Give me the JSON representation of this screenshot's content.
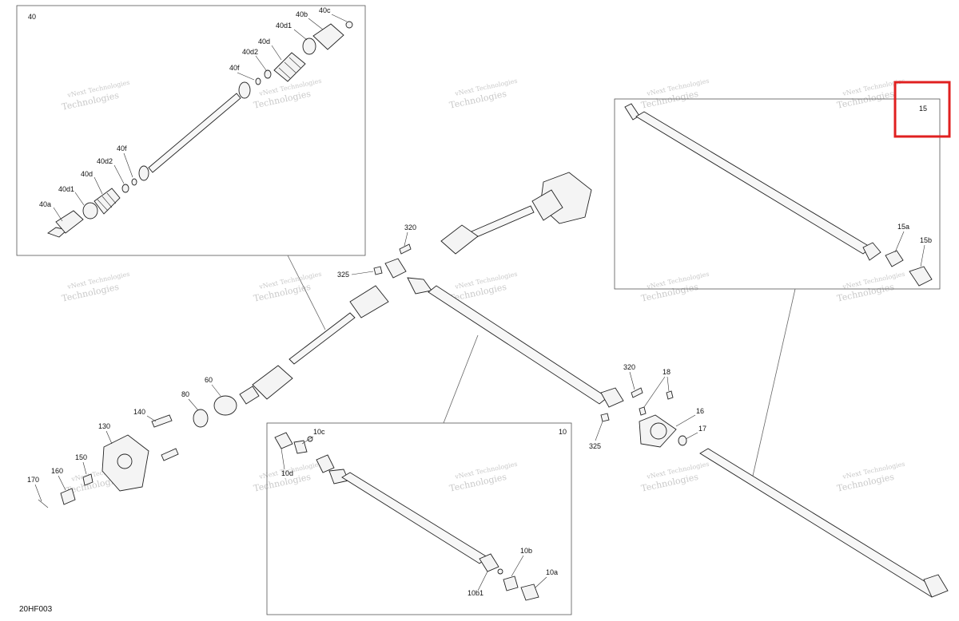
{
  "diagram": {
    "code": "20HF003",
    "highlight_color": "#e02020",
    "watermark_line1": "vNext Technologies",
    "watermark_line2": "Technologies",
    "insets": {
      "drive_shaft_front": "40",
      "prop_shaft_front": "15",
      "prop_shaft_rear": "10"
    },
    "callouts": {
      "c40a": "40a",
      "c40b": "40b",
      "c40c": "40c",
      "c40d_l": "40d",
      "c40d_r": "40d",
      "c40d1_l": "40d1",
      "c40d1_r": "40d1",
      "c40d2_l": "40d2",
      "c40d2_r": "40d2",
      "c40f_l": "40f",
      "c40f_r": "40f",
      "c15a": "15a",
      "c15b": "15b",
      "c10a": "10a",
      "c10b": "10b",
      "c10b1": "10b1",
      "c10c": "10c",
      "c10d": "10d",
      "c320_top": "320",
      "c320_mid": "320",
      "c325_left": "325",
      "c325_mid": "325",
      "c18": "18",
      "c16": "16",
      "c17": "17",
      "c60": "60",
      "c80": "80",
      "c130": "130",
      "c140": "140",
      "c150": "150",
      "c160": "160",
      "c170": "170"
    }
  }
}
